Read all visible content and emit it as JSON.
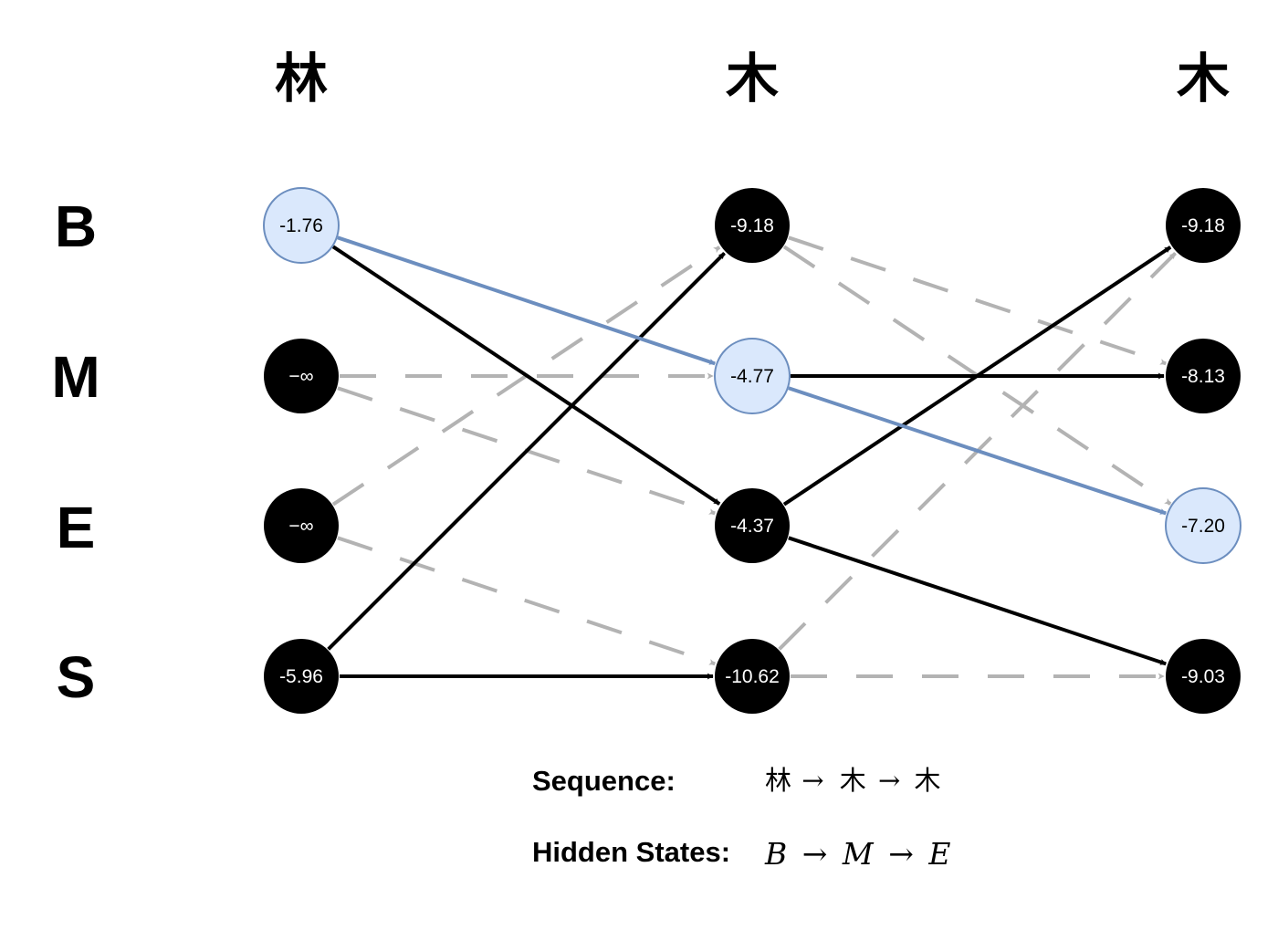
{
  "columns": [
    {
      "char": "林"
    },
    {
      "char": "木"
    },
    {
      "char": "木"
    }
  ],
  "rows": [
    "B",
    "M",
    "E",
    "S"
  ],
  "nodes": [
    [
      "-1.76",
      "−∞",
      "−∞",
      "-5.96"
    ],
    [
      "-9.18",
      "-4.77",
      "-4.37",
      "-10.62"
    ],
    [
      "-9.18",
      "-8.13",
      "-7.20",
      "-9.03"
    ]
  ],
  "highlighted": [
    [
      true,
      false,
      false,
      false
    ],
    [
      false,
      true,
      false,
      false
    ],
    [
      false,
      false,
      true,
      false
    ]
  ],
  "edges": [
    {
      "from": [
        0,
        1
      ],
      "to": [
        1,
        1
      ],
      "style": "dashed"
    },
    {
      "from": [
        0,
        1
      ],
      "to": [
        1,
        2
      ],
      "style": "dashed"
    },
    {
      "from": [
        0,
        2
      ],
      "to": [
        1,
        0
      ],
      "style": "dashed"
    },
    {
      "from": [
        0,
        2
      ],
      "to": [
        1,
        3
      ],
      "style": "dashed"
    },
    {
      "from": [
        1,
        0
      ],
      "to": [
        2,
        1
      ],
      "style": "dashed"
    },
    {
      "from": [
        1,
        0
      ],
      "to": [
        2,
        2
      ],
      "style": "dashed"
    },
    {
      "from": [
        1,
        3
      ],
      "to": [
        2,
        0
      ],
      "style": "dashed"
    },
    {
      "from": [
        1,
        3
      ],
      "to": [
        2,
        3
      ],
      "style": "dashed"
    },
    {
      "from": [
        0,
        0
      ],
      "to": [
        1,
        2
      ],
      "style": "solid"
    },
    {
      "from": [
        0,
        3
      ],
      "to": [
        1,
        0
      ],
      "style": "solid"
    },
    {
      "from": [
        0,
        3
      ],
      "to": [
        1,
        3
      ],
      "style": "solid"
    },
    {
      "from": [
        1,
        1
      ],
      "to": [
        2,
        1
      ],
      "style": "solid"
    },
    {
      "from": [
        1,
        2
      ],
      "to": [
        2,
        0
      ],
      "style": "solid"
    },
    {
      "from": [
        1,
        2
      ],
      "to": [
        2,
        3
      ],
      "style": "solid"
    },
    {
      "from": [
        0,
        0
      ],
      "to": [
        1,
        1
      ],
      "style": "best"
    },
    {
      "from": [
        1,
        1
      ],
      "to": [
        2,
        2
      ],
      "style": "best"
    }
  ],
  "caption": {
    "sequence_label": "Sequence:",
    "sequence_items": [
      "林",
      "木",
      "木"
    ],
    "states_label": "Hidden States:",
    "states_items": [
      "B",
      "M",
      "E"
    ],
    "arrow": "→"
  },
  "colors": {
    "node_dark": "#000000",
    "node_highlight_fill": "#dae8fc",
    "node_highlight_stroke": "#6c8ebf",
    "edge_solid": "#000000",
    "edge_dashed": "#b3b3b3",
    "edge_best": "#6c8ebf"
  }
}
